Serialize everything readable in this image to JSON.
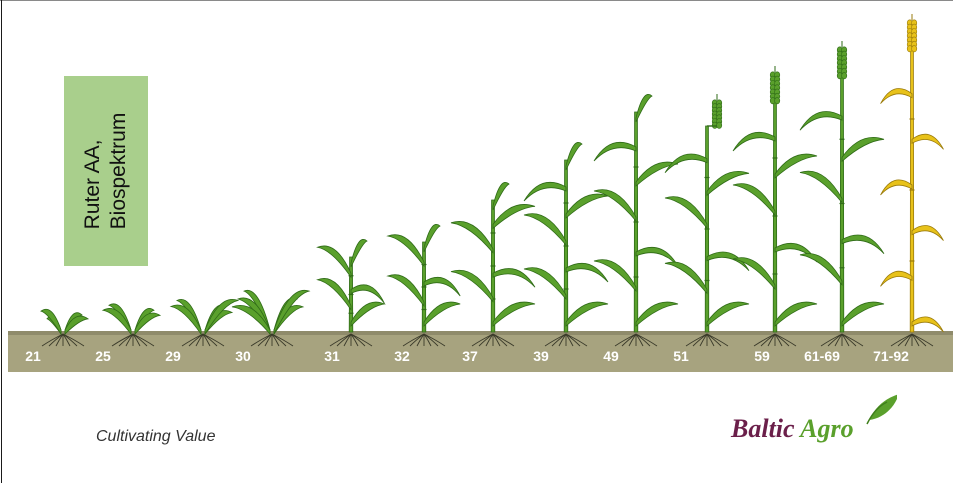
{
  "product": {
    "line1": "Ruter AA,",
    "line2": "Biospektrum"
  },
  "stages": [
    {
      "label": "21",
      "stalks": 0,
      "leaves": 4,
      "ear": "none"
    },
    {
      "label": "25",
      "stalks": 0,
      "leaves": 5,
      "ear": "none"
    },
    {
      "label": "29",
      "stalks": 0,
      "leaves": 6,
      "ear": "none"
    },
    {
      "label": "30",
      "stalks": 0,
      "leaves": 7,
      "ear": "none"
    },
    {
      "label": "31",
      "stalks": 1,
      "leaves": 4,
      "ear": "none"
    },
    {
      "label": "32",
      "stalks": 1,
      "leaves": 4,
      "ear": "none"
    },
    {
      "label": "37",
      "stalks": 1,
      "leaves": 5,
      "ear": "none"
    },
    {
      "label": "39",
      "stalks": 1,
      "leaves": 6,
      "ear": "none"
    },
    {
      "label": "49",
      "stalks": 1,
      "leaves": 6,
      "ear": "none"
    },
    {
      "label": "51",
      "stalks": 1,
      "leaves": 6,
      "ear": "emerging"
    },
    {
      "label": "59",
      "stalks": 1,
      "leaves": 6,
      "ear": "full"
    },
    {
      "label": "61-69",
      "stalks": 1,
      "leaves": 6,
      "ear": "full"
    },
    {
      "label": "71-92",
      "stalks": 1,
      "leaves": 6,
      "ear": "ripe"
    }
  ],
  "colors": {
    "soil": "#a7a37f",
    "soil_top": "#8f8b6b",
    "plant": "#5aa02c",
    "plant_dark": "#2f6b17",
    "ripe": "#e8c21a",
    "ripe_dark": "#9a7b0c",
    "product_box": "#a9cf8c"
  },
  "tagline": "Cultivating Value",
  "logo": {
    "word1": "Baltic",
    "word2": "Agro",
    "leaf_icon": "leaf-icon"
  }
}
